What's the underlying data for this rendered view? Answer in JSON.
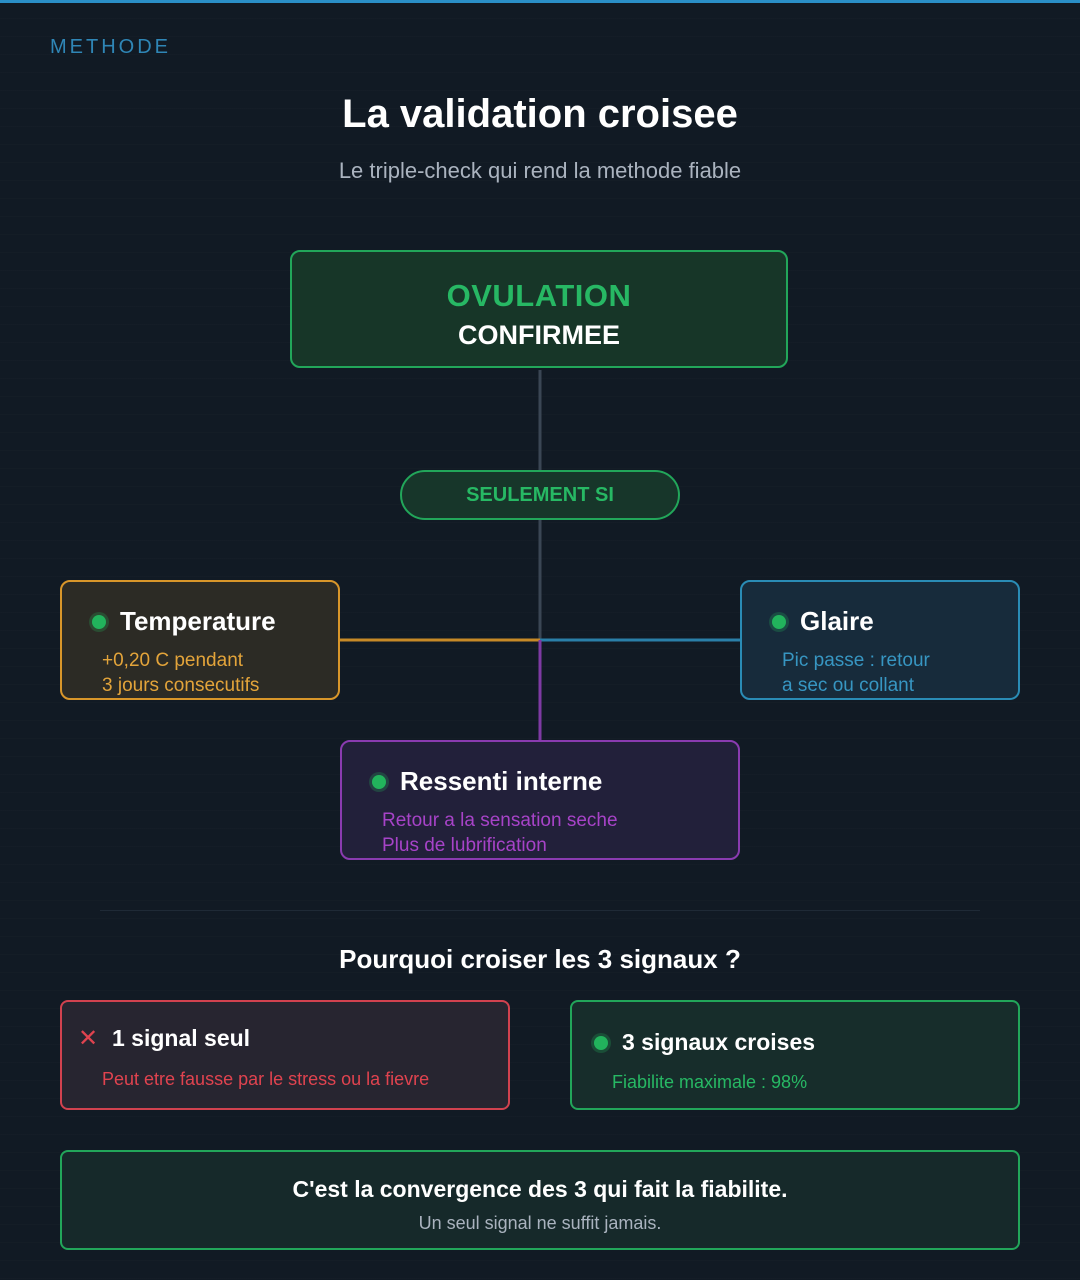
{
  "header": {
    "kicker": "METHODE",
    "title": "La validation croisee",
    "subtitle": "Le triple-check qui rend la methode fiable"
  },
  "result": {
    "line1": "OVULATION",
    "line2": "CONFIRMEE"
  },
  "condition": "SEULEMENT SI",
  "signals": [
    {
      "name": "Temperature",
      "line1": "+0,20 C pendant",
      "line2": "3 jours consecutifs",
      "color": "#d8962a"
    },
    {
      "name": "Glaire",
      "line1": "Pic passe : retour",
      "line2": "a sec ou collant",
      "color": "#2a8cb5"
    },
    {
      "name": "Ressenti interne",
      "line1": "Retour a la sensation seche",
      "line2": "Plus de lubrification",
      "color": "#8a3bb0"
    }
  ],
  "why": {
    "title": "Pourquoi croiser les 3 signaux ?",
    "bad": {
      "name": "1 signal seul",
      "desc": "Peut etre fausse par le stress ou la fievre",
      "color": "#d1424f"
    },
    "good": {
      "name": "3 signaux croises",
      "desc": "Fiabilite maximale : 98%",
      "color": "#22a65a"
    }
  },
  "footer": {
    "line1": "C'est la convergence des 3 qui fait la fiabilite.",
    "line2": "Un seul signal ne suffit jamais."
  },
  "colors": {
    "accent_green": "#22a65a",
    "accent_blue": "#2a8fc7",
    "background": "#111a24"
  }
}
